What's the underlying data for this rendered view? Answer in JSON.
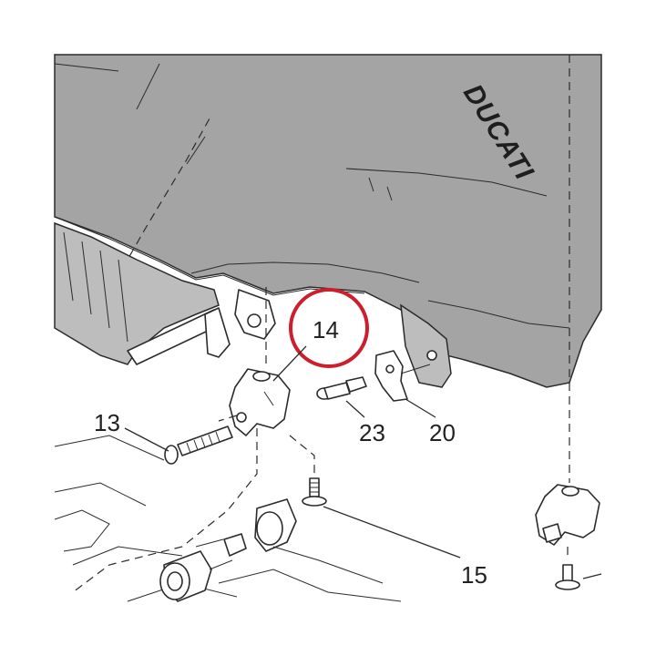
{
  "brand": {
    "text": "DUCATI"
  },
  "colors": {
    "highlight": "#cc1f2d",
    "body": "#a4a4a4",
    "line": "#2b2b2b"
  },
  "callouts": {
    "p13": "13",
    "p14": "14",
    "p15": "15",
    "p20": "20",
    "p23": "23"
  }
}
